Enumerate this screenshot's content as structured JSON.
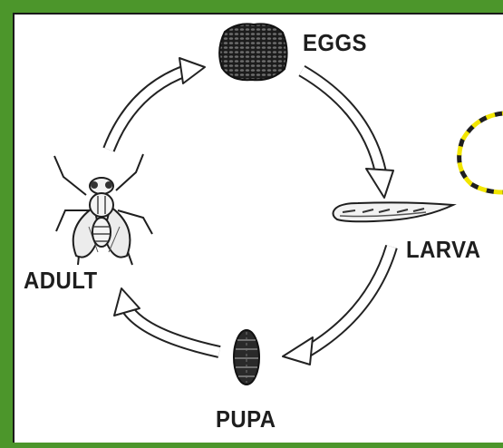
{
  "stages": {
    "eggs": "EGGS",
    "larva": "LARVA",
    "pupa": "PUPA",
    "adult": "ADULT"
  },
  "colors": {
    "frame_green": "#4c962b",
    "outline_black": "#1e1e1e",
    "highlight_yellow": "#f2e600"
  }
}
